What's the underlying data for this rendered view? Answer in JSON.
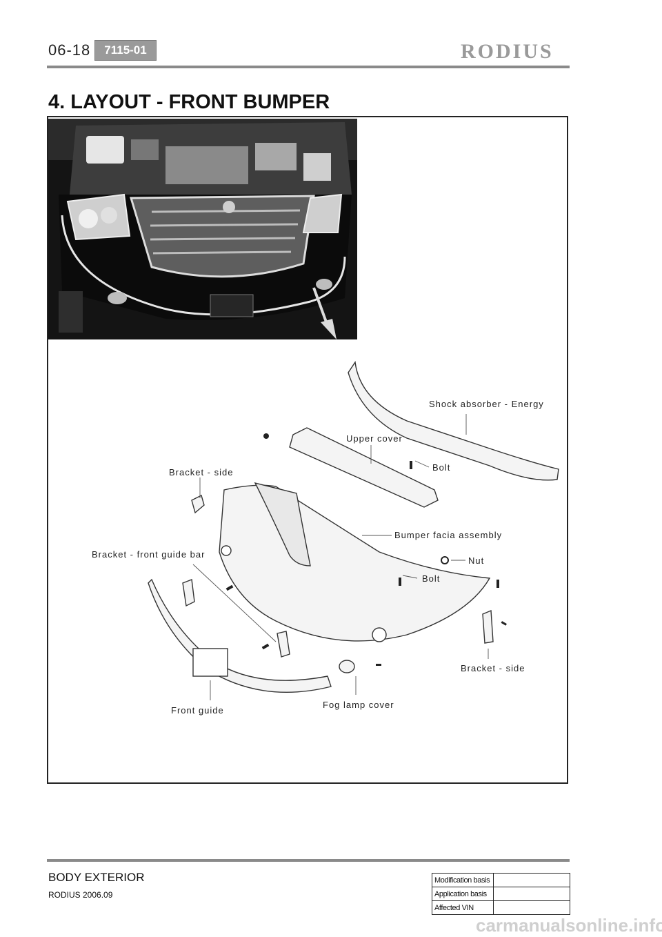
{
  "header": {
    "page_number": "06-18",
    "code": "7115-01",
    "brand": "RODIUS"
  },
  "title": "4. LAYOUT - FRONT BUMPER",
  "labels": {
    "shock_absorber": "Shock  absorber  -  Energy",
    "upper_cover": "Upper  cover",
    "bolt_top": "Bolt",
    "bracket_side_left": "Bracket  -  side",
    "bumper_facia": "Bumper  facia  assembly",
    "nut": "Nut",
    "bolt_mid": "Bolt",
    "bracket_front_guide": "Bracket  -  front  guide  bar",
    "bracket_side_right": "Bracket  -  side",
    "front_guide": "Front guide",
    "fog_lamp_cover": "Fog lamp cover"
  },
  "footer": {
    "section": "BODY EXTERIOR",
    "model": "RODIUS 2006.09",
    "basis_rows": [
      {
        "label": "Modification basis",
        "value": ""
      },
      {
        "label": "Application basis",
        "value": ""
      },
      {
        "label": "Affected VIN",
        "value": ""
      }
    ],
    "watermark": "carmanualsonline.info"
  }
}
